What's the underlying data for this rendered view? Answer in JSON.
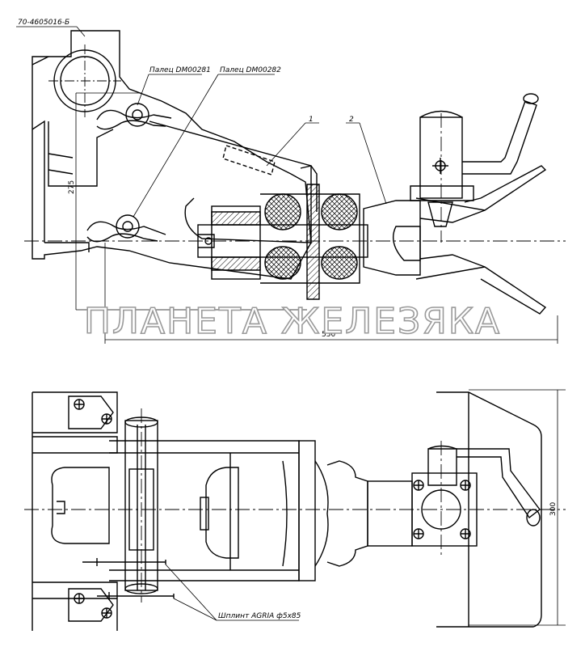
{
  "labels": {
    "part_number": "70-4605016-Б",
    "pin_1": "Палец DM00281",
    "pin_2": "Палец DM00282",
    "callout_1": "1",
    "callout_2": "2",
    "cotter_pin": "Шплинт AGRIA  ф5х85"
  },
  "dimensions": {
    "height_top": "275",
    "length_top": "550",
    "height_bottom": "300"
  },
  "watermark": "ПЛАНЕТА ЖЕЛЕЗЯКА",
  "colors": {
    "line": "#000000",
    "watermark_stroke": "#9a9a9a"
  }
}
